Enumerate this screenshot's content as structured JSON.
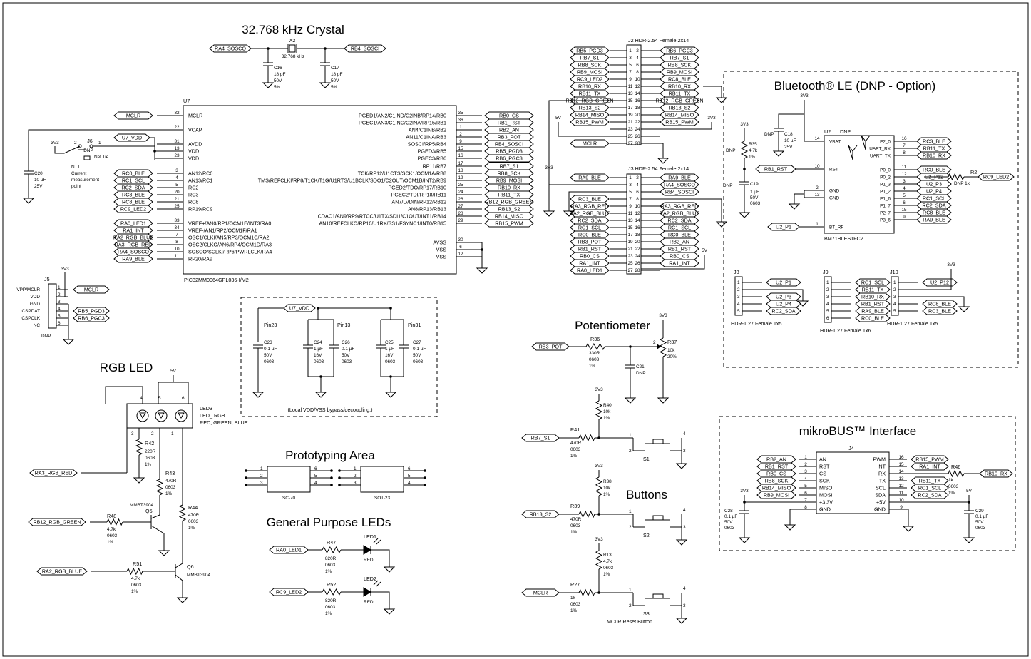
{
  "titles": {
    "crystal": "32.768 kHz  Crystal",
    "bluetooth": "Bluetooth®  LE (DNP - Option)",
    "potentiometer": "Potentiometer",
    "rgb_led": "RGB  LED",
    "prototyping": "Prototyping  Area",
    "gp_leds": "General  Purpose  LEDs",
    "buttons": "Buttons",
    "mikrobus": "mikroBUS™  Interface",
    "decoupling_note": "(Local  VDD/VSS  bypass/decoupling.)"
  },
  "crystal": {
    "ref": "X2",
    "value": "32.768 kHz",
    "net_left": "RA4_SOSCO",
    "net_right": "RB4_SOSCI",
    "c16": [
      "C16",
      "18 pF",
      "50V",
      "5%"
    ],
    "c17": [
      "C17",
      "18 pF",
      "50V",
      "5%"
    ]
  },
  "mcu": {
    "ref": "U7",
    "part": "PIC32MM0064GPL036-I/M2",
    "left_pins": [
      {
        "net": "MCLR",
        "num": "32",
        "name": "MCLR"
      },
      {
        "net": "",
        "num": "22",
        "name": "VCAP"
      },
      {
        "net": "",
        "num": "31",
        "name": "AVDD"
      },
      {
        "net": "",
        "num": "13",
        "name": "VDD"
      },
      {
        "net": "",
        "num": "23",
        "name": "VDD"
      },
      {
        "net": "RC0_BLE",
        "num": "3",
        "name": "AN12/RC0"
      },
      {
        "net": "RC1_SCL",
        "num": "4",
        "name": "AN13/RC1"
      },
      {
        "net": "RC2_SDA",
        "num": "5",
        "name": "RC2"
      },
      {
        "net": "RC3_BLE",
        "num": "20",
        "name": "RC3"
      },
      {
        "net": "RC8_BLE",
        "num": "21",
        "name": "RC8"
      },
      {
        "net": "RC9_LED2",
        "num": "25",
        "name": "RP19/RC9"
      },
      {
        "net": "RA0_LED1",
        "num": "33",
        "name": "VREF+/AN0/RP1/OCM1E/INT3/RA0"
      },
      {
        "net": "RA1_INT",
        "num": "34",
        "name": "VREF-/AN1/RP2/OCM1F/RA1"
      },
      {
        "net": "RA2_RGB_BLUE",
        "num": "7",
        "name": "OSC1/CLKI/AN5/RP3/OCM1C/RA2"
      },
      {
        "net": "RA3_RGB_RED",
        "num": "8",
        "name": "OSC2/CLKO/AN6/RP4/OCM1D/RA3"
      },
      {
        "net": "RA4_SOSCO",
        "num": "10",
        "name": "SOSCO/SCLKI/RP6/PWRLCLK/RA4"
      },
      {
        "net": "RA9_BLE",
        "num": "11",
        "name": "RP20/RA9"
      }
    ],
    "right_pins": [
      {
        "net": "RB0_CS",
        "num": "35",
        "name": "PGED1/AN2/C1IND/C2INB/RP14/RB0"
      },
      {
        "net": "RB1_RST",
        "num": "36",
        "name": "PGEC1/AN3/C1INC/C2INA/RP15/RB1"
      },
      {
        "net": "RB2_AN",
        "num": "1",
        "name": "AN4/C1INB/RB2"
      },
      {
        "net": "RB3_POT",
        "num": "2",
        "name": "AN11/C1INA/RB3"
      },
      {
        "net": "RB4_SOSCI",
        "num": "9",
        "name": "SOSCI/RP5/RB4"
      },
      {
        "net": "RB5_PGD3",
        "num": "15",
        "name": "PGED3/RB5"
      },
      {
        "net": "RB6_PGC3",
        "num": "16",
        "name": "PGEC3/RB6"
      },
      {
        "net": "RB7_S1",
        "num": "17",
        "name": "RP11/RB7"
      },
      {
        "net": "RB8_SCK",
        "num": "18",
        "name": "TCK/RP12/U1CTS/SCK1/OCM1A/RB8"
      },
      {
        "net": "RB9_MOSI",
        "num": "19",
        "name": "TMS/REFCLKI/RP8/T1CK/T1G/U1RTS/U1BCLK/SDO1/C2OUT/OCM1B/INT2/RB9"
      },
      {
        "net": "RB10_RX",
        "num": "25",
        "name": "PGED2/TDO/RP17/RB10"
      },
      {
        "net": "RB11_TX",
        "num": "24",
        "name": "PGEC2/TDI/RP18/RB11"
      },
      {
        "net": "RB12_RGB_GREEN",
        "num": "26",
        "name": "AN7/LVDIN/RP12/RB12"
      },
      {
        "net": "RB13_S2",
        "num": "27",
        "name": "AN8/RP13/RB13"
      },
      {
        "net": "RB14_MISO",
        "num": "28",
        "name": "CDAC1/AN9/RP9/RTCC/U1TX/SDI1/C1OUT/INT1/RB14"
      },
      {
        "net": "RB15_PWM",
        "num": "29",
        "name": "AN10/REFCLKO/RP10/U1RX/SS1/FSYNC1/INT0/RB15"
      }
    ],
    "power_pins": [
      {
        "num": "30",
        "name": "AVSS"
      },
      {
        "num": "6",
        "name": "VSS"
      },
      {
        "num": "12",
        "name": "VSS"
      }
    ],
    "u7_vdd": "U7_VDD",
    "c20": [
      "C20",
      "10 µF",
      "25V"
    ],
    "j6": [
      "J6",
      "DNP",
      "Net Tie"
    ],
    "nt1": [
      "NT1",
      "Current",
      "measurement",
      "point"
    ],
    "v3v3": "3V3"
  },
  "j5": {
    "ref": "J5",
    "dnp": "DNP",
    "supply": "3V3",
    "pins": [
      {
        "num": "1",
        "name": "VPP/MCLR",
        "net": "MCLR"
      },
      {
        "num": "2",
        "name": "VDD",
        "net": ""
      },
      {
        "num": "3",
        "name": "GND",
        "net": ""
      },
      {
        "num": "4",
        "name": "ICSPDAT",
        "net": "RB5_PGD3"
      },
      {
        "num": "5",
        "name": "ICSPCLK",
        "net": "RB6_PGC3"
      },
      {
        "num": "6",
        "name": "NC",
        "net": ""
      }
    ]
  },
  "decoupling": {
    "net": "U7_VDD",
    "pin23": "Pin23",
    "pin13": "Pin13",
    "pin31": "Pin31",
    "caps": [
      [
        "C23",
        "0.1 µF",
        "50V",
        "0603"
      ],
      [
        "C24",
        "1 µF",
        "16V",
        "0603"
      ],
      [
        "C26",
        "0.1 µF",
        "50V",
        "0603"
      ],
      [
        "C25",
        "1 µF",
        "16V",
        "0603"
      ],
      [
        "C27",
        "0.1 µF",
        "50V",
        "0603"
      ]
    ]
  },
  "j2": {
    "title": "J2  HDR-2.54  Female  2x14",
    "left": [
      "RB5_PGD3",
      "RB7_S1",
      "RB8_SCK",
      "RB9_MOSI",
      "RC9_LED2",
      "RB10_RX",
      "RB11_TX",
      "RB12_RGB_GREEN",
      "RB13_S2",
      "RB14_MISO",
      "RB15_PWM",
      "",
      "",
      "MCLR"
    ],
    "right": [
      "RB6_PGC3",
      "RB7_S1",
      "RB8_SCK",
      "RB9_MOSI",
      "RC8_BLE",
      "RB10_RX",
      "RB11_TX",
      "RB12_RGB_GREEN",
      "RB13_S2",
      "RB14_MISO",
      "RB15_PWM",
      "",
      "",
      ""
    ],
    "pins_left": [
      "1",
      "3",
      "5",
      "7",
      "9",
      "11",
      "13",
      "15",
      "17",
      "19",
      "21",
      "23",
      "25",
      "27"
    ],
    "pins_right": [
      "2",
      "4",
      "6",
      "8",
      "10",
      "12",
      "14",
      "16",
      "18",
      "20",
      "22",
      "24",
      "26",
      "28"
    ],
    "v5": "5V",
    "v3": "3V3"
  },
  "j3": {
    "title": "J3  HDR-2.54  Female  2x14",
    "left": [
      "RA9_BLE",
      "",
      "",
      "RC3_BLE",
      "RA3_RGB_RED",
      "RA2_RGB_BLUE",
      "RC2_SDA",
      "RC1_SCL",
      "RC0_BLE",
      "RB3_POT",
      "RB1_RST",
      "RB0_CS",
      "RA1_INT",
      "RA0_LED1"
    ],
    "right": [
      "RA9_BLE",
      "RA4_SOSCO",
      "RB4_SOSCI",
      "",
      "RA3_RGB_RED",
      "RA2_RGB_BLUE",
      "RC2_SDA",
      "RC1_SCL",
      "RC0_BLE",
      "RB2_AN",
      "RB1_RST",
      "RB0_CS",
      "RA1_INT",
      ""
    ],
    "v3": "3V3",
    "v5": "5V"
  },
  "ble": {
    "ref": "U2",
    "dnp": "DNP",
    "part": "BM71BLES1FC2",
    "left_pins": [
      {
        "num": "14",
        "name": "VBAT"
      },
      {
        "num": "10",
        "name": "RST",
        "net": "RB1_RST"
      },
      {
        "num": "2",
        "name": "GND"
      },
      {
        "num": "13",
        "name": "GND"
      },
      {
        "num": "1",
        "name": "BT_RF",
        "net": "U2_P1"
      }
    ],
    "right_pins": [
      {
        "num": "16",
        "name": "P2_0",
        "net": "RC3_BLE"
      },
      {
        "num": "7",
        "name": "UART_RX",
        "net": "RB11_TX"
      },
      {
        "num": "8",
        "name": "UART_TX",
        "net": "RB10_RX"
      },
      {
        "num": "11",
        "name": "P0_0",
        "net": "RC0_BLE"
      },
      {
        "num": "12",
        "name": "P0_2",
        "net": "U2_P12"
      },
      {
        "num": "3",
        "name": "P1_3",
        "net": "U2_P3"
      },
      {
        "num": "4",
        "name": "P1_2",
        "net": "U2_P4"
      },
      {
        "num": "5",
        "name": "P1_6",
        "net": "RC1_SCL"
      },
      {
        "num": "6",
        "name": "P1_7",
        "net": "RC2_SDA"
      },
      {
        "num": "15",
        "name": "P2_7",
        "net": "RC8_BLE"
      },
      {
        "num": "9",
        "name": "P3_6",
        "net": "RA9_BLE"
      }
    ],
    "c18": [
      "C18",
      "10 µF",
      "25V"
    ],
    "r35": [
      "R35",
      "4.7k",
      "1%"
    ],
    "c19": [
      "C19",
      "1 µF",
      "50V",
      "0603"
    ],
    "r2": [
      "R2",
      "DNP 1k"
    ],
    "r2_net": "RC9_LED2",
    "v3v3": "3V3"
  },
  "j8": {
    "ref": "J8",
    "caption": "HDR-1.27  Female  1x5",
    "nets": [
      "U2_P1",
      "",
      "U2_P3",
      "U2_P4",
      "RC2_SDA"
    ]
  },
  "j9": {
    "ref": "J9",
    "caption": "HDR-1.27  Female  1x6",
    "nets": [
      "RC1_SCL",
      "RB11_TX",
      "RB10_RX",
      "RB1_RST",
      "RA9_BLE",
      "RC0_BLE"
    ]
  },
  "j10": {
    "ref": "J10",
    "caption": "HDR-1.27  Female  1x5",
    "nets": [
      "U2_P12",
      "",
      "",
      "RC8_BLE",
      "RC3_BLE"
    ],
    "v3": "3V3"
  },
  "pot": {
    "net": "RB3_POT",
    "r36": [
      "R36",
      "330R",
      "0603",
      "1%"
    ],
    "r37": [
      "R37",
      "10k",
      "20%"
    ],
    "c21": [
      "C21",
      "DNP"
    ],
    "v3": "3V3"
  },
  "buttons": {
    "s1": {
      "ref": "S1",
      "net": "RB7_S1",
      "r41": [
        "R41",
        "470R",
        "0603",
        "1%"
      ],
      "r40": [
        "R40",
        "10k",
        "1%"
      ]
    },
    "s2": {
      "ref": "S2",
      "net": "RB13_S2",
      "r39": [
        "R39",
        "470R",
        "0603",
        "1%"
      ],
      "r38": [
        "R38",
        "10k",
        "1%"
      ]
    },
    "s3": {
      "ref": "S3",
      "net": "MCLR",
      "r27": [
        "R27",
        "1k",
        "0603",
        "1%"
      ],
      "r13": [
        "R13",
        "4.7k",
        "0603",
        "1%"
      ],
      "caption": "MCLR  Reset  Button"
    },
    "v3": "3V3"
  },
  "rgb": {
    "ref": "LED3",
    "desc": "LED_ RGB",
    "colors": "RED, GREEN, BLUE",
    "v5": "5V",
    "r42": [
      "R42",
      "220R",
      "0603",
      "1%"
    ],
    "r43": [
      "R43",
      "470R",
      "0603",
      "1%"
    ],
    "r44": [
      "R44",
      "470R",
      "0603",
      "1%"
    ],
    "r48": [
      "R48",
      "4.7k",
      "0603",
      "1%"
    ],
    "r51": [
      "R51",
      "4.7k",
      "0603",
      "1%"
    ],
    "q5": [
      "Q5",
      "MMBT3904"
    ],
    "q6": [
      "Q6",
      "MMBT3904"
    ],
    "net_red": "RA3_RGB_RED",
    "net_green": "RB12_RGB_GREEN",
    "net_blue": "RA2_RGB_BLUE"
  },
  "proto": {
    "sc70": "SC-70",
    "sot23": "SOT-23",
    "left_nums": [
      "1",
      "2",
      "3"
    ],
    "right_nums": [
      "6",
      "5",
      "4"
    ]
  },
  "gp_leds": {
    "led1": {
      "ref": "LED1",
      "color": "RED",
      "net": "RA0_LED1",
      "r": [
        "R47",
        "820R",
        "0603",
        "1%"
      ]
    },
    "led2": {
      "ref": "LED2",
      "color": "RED",
      "net": "RC9_LED2",
      "r": [
        "R52",
        "820R",
        "0603",
        "1%"
      ]
    }
  },
  "mikrobus": {
    "ref": "J4",
    "left": [
      {
        "net": "RB2_AN",
        "num": "1",
        "name": "AN"
      },
      {
        "net": "RB1_RST",
        "num": "2",
        "name": "RST"
      },
      {
        "net": "RB0_CS",
        "num": "3",
        "name": "CS"
      },
      {
        "net": "RB8_SCK",
        "num": "4",
        "name": "SCK"
      },
      {
        "net": "RB14_MISO",
        "num": "5",
        "name": "MISO"
      },
      {
        "net": "RB9_MOSI",
        "num": "6",
        "name": "MOSI"
      },
      {
        "net": "",
        "num": "7",
        "name": "+3.3V"
      },
      {
        "net": "",
        "num": "8",
        "name": "GND"
      }
    ],
    "right": [
      {
        "net": "RB15_PWM",
        "num": "16",
        "name": "PWM"
      },
      {
        "net": "RA1_INT",
        "num": "15",
        "name": "INT"
      },
      {
        "net": "",
        "num": "14",
        "name": "RX"
      },
      {
        "net": "RB11_TX",
        "num": "13",
        "name": "TX"
      },
      {
        "net": "RC1_SCL",
        "num": "12",
        "name": "SCL"
      },
      {
        "net": "RC2_SDA",
        "num": "11",
        "name": "SDA"
      },
      {
        "net": "",
        "num": "10",
        "name": "+5V"
      },
      {
        "net": "",
        "num": "9",
        "name": "GND"
      }
    ],
    "r46": [
      "R46",
      "1k",
      "0603",
      "1%"
    ],
    "r46_net": "RB10_RX",
    "c28": [
      "C28",
      "0.1 µF",
      "50V",
      "0603"
    ],
    "c29": [
      "C29",
      "0.1 µF",
      "50V",
      "0603"
    ],
    "v3": "3V3",
    "v5": "5V"
  }
}
